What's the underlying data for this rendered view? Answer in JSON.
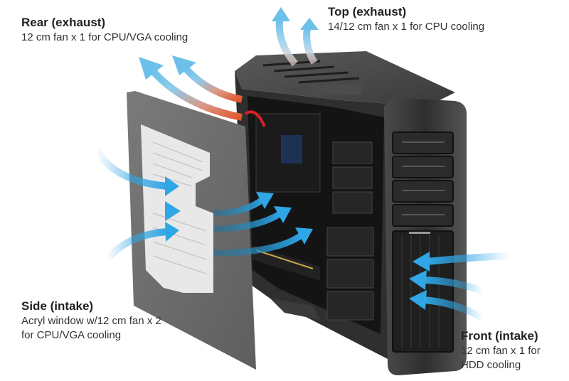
{
  "diagram": {
    "subject": "PC tower case airflow",
    "colors": {
      "intake_arrow": "#2fa6e6",
      "exhaust_arrow_tip": "#6cc0ea",
      "exhaust_arrow_base": "#e2542a",
      "case_body": "#3a3a3a",
      "side_panel": "#6f6f6f",
      "window": "#e6e6e6",
      "text": "#2b2b2b"
    },
    "labels": {
      "rear": {
        "title": "Rear (exhaust)",
        "desc_lines": [
          "12 cm fan x 1 for CPU/VGA cooling"
        ]
      },
      "top": {
        "title": "Top (exhaust)",
        "desc_lines": [
          "14/12 cm fan x 1 for CPU cooling"
        ]
      },
      "side": {
        "title": "Side (intake)",
        "desc_lines": [
          "Acryl window w/12 cm fan x 2",
          "for CPU/VGA cooling"
        ]
      },
      "front": {
        "title": "Front (intake)",
        "desc_lines": [
          "12 cm fan x 1 for",
          "HDD cooling"
        ]
      }
    },
    "arrows": {
      "rear_exhaust_count": 2,
      "top_exhaust_count": 2,
      "side_intake_count": 3,
      "internal_flow_count": 3,
      "front_intake_count": 3
    }
  }
}
